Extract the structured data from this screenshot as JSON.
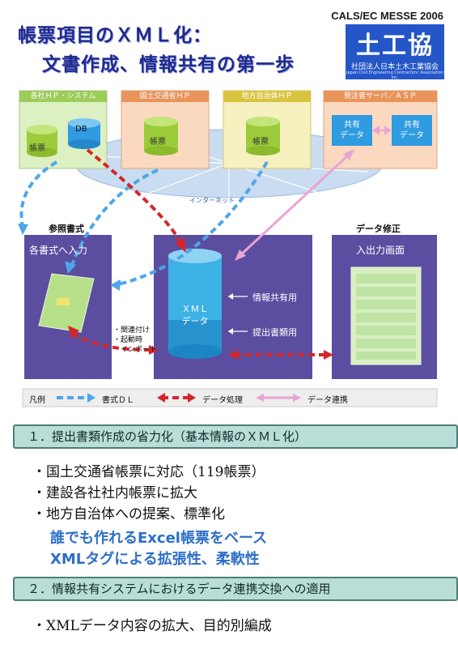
{
  "header": {
    "title_line1": "帳票項目のＸＭＬ化：",
    "title_line2": "文書作成、情報共有の第一歩",
    "event": "CALS/EC MESSE 2006",
    "logo": {
      "mark": "土工協",
      "org": "社団法人日本土木工業協会",
      "english": "Japan Civil Engineering Contractors' Association Inc."
    }
  },
  "diagram": {
    "sources": [
      {
        "header": "各社ＨＰ・システム",
        "items": [
          "帳票",
          "DB"
        ]
      },
      {
        "header": "国土交通省ＨＰ",
        "items": [
          "帳票"
        ]
      },
      {
        "header": "地方自治体ＨＰ",
        "items": [
          "帳票"
        ]
      },
      {
        "header": "発注者サーバ／ＡＳＰ",
        "items": [
          "共有\nデータ",
          "共有\nデータ"
        ]
      }
    ],
    "internet_label": "インターネット",
    "left_panel": {
      "label": "参照書式",
      "title": "各書式へ入力"
    },
    "center": {
      "cylinder": "ＸＭＬ\nデータ",
      "label_share": "情報共有用",
      "label_submit": "提出書類用"
    },
    "annotations": [
      "・関連付け",
      "・起動時",
      "　インポート"
    ],
    "right_panel": {
      "label": "データ修正",
      "title": "入出力画面"
    },
    "legend": {
      "title": "凡例",
      "item1": "書式ＤＬ",
      "item2": "データ処理",
      "item3": "データ連携"
    },
    "colors": {
      "blue_dash": "#4da6e8",
      "red_dash": "#d4262a",
      "pink": "#e8a4d4",
      "panel": "#5b4ea0"
    }
  },
  "section1": {
    "heading": "１．提出書類作成の省力化（基本情報のＸＭＬ化）",
    "bullets": [
      "・国土交通省帳票に対応（119帳票）",
      "・建設各社社内帳票に拡大",
      "・地方自治体への提案、標準化"
    ],
    "highlights": [
      "誰でも作れるExcel帳票をベース",
      "XMLタグによる拡張性、柔軟性"
    ]
  },
  "section2": {
    "heading": "２．情報共有システムにおけるデータ連携交換への適用",
    "bullets": [
      "・XMLデータ内容の拡大、目的別編成"
    ]
  }
}
